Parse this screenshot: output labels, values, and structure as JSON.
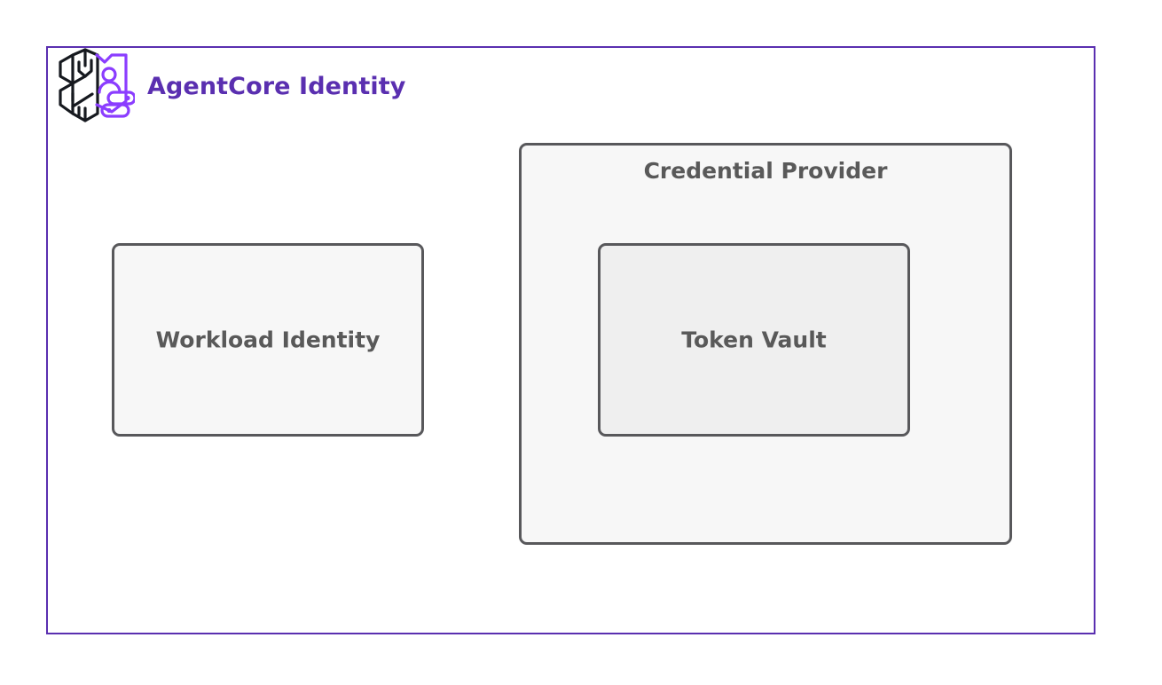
{
  "diagram": {
    "background_color": "#ffffff",
    "service": {
      "title": "AgentCore Identity",
      "accent_color": "#5a2fb0",
      "icon_name": "agentcore-identity-icon"
    },
    "nodes": [
      {
        "id": "workload-identity",
        "label": "Workload Identity",
        "fill_color": "#f7f7f7",
        "border_color": "#58585b",
        "text_color": "#595959"
      },
      {
        "id": "credential-provider",
        "label": "Credential Provider",
        "fill_color": "#f7f7f7",
        "border_color": "#58585b",
        "text_color": "#595959"
      },
      {
        "id": "token-vault",
        "label": "Token Vault",
        "fill_color": "#efefef",
        "border_color": "#58585b",
        "text_color": "#595959"
      }
    ]
  }
}
